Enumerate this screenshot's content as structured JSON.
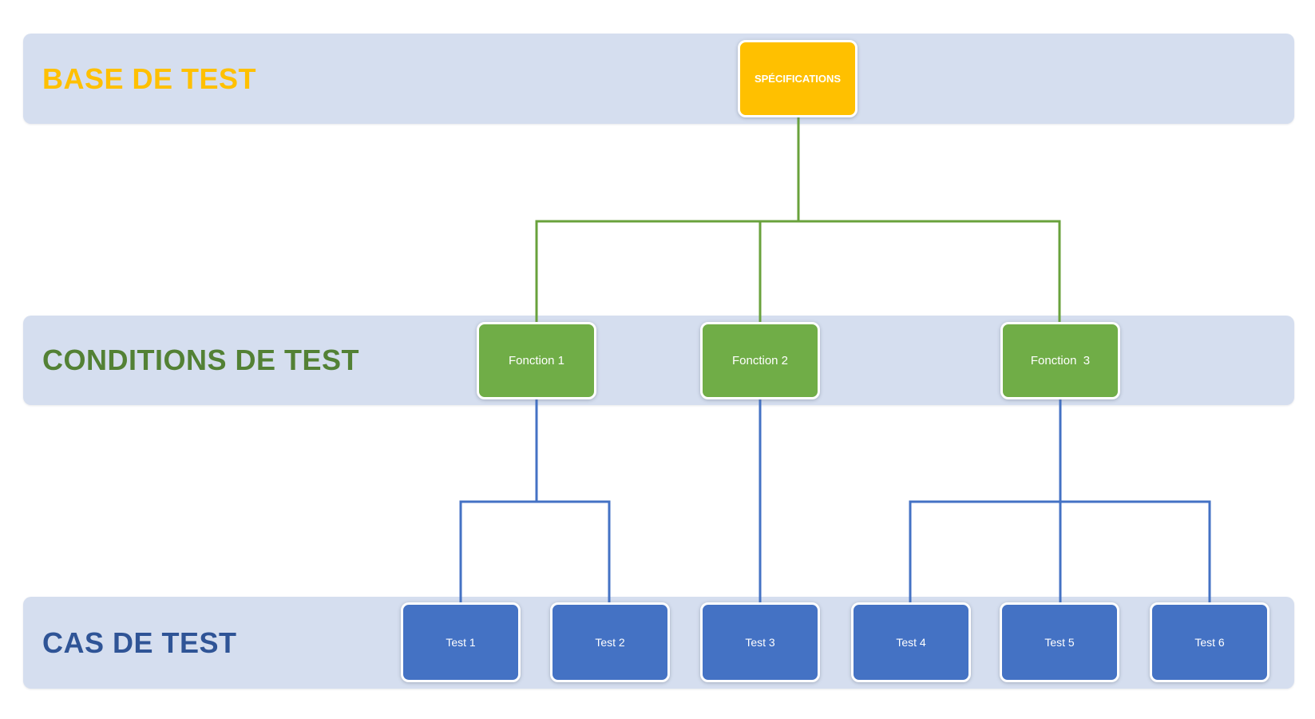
{
  "bands": [
    {
      "id": "base-de-test",
      "label": "BASE DE TEST",
      "label_color": "#FFC000"
    },
    {
      "id": "conditions-de-test",
      "label": "CONDITIONS DE TEST",
      "label_color": "#538135"
    },
    {
      "id": "cas-de-test",
      "label": "CAS DE TEST",
      "label_color": "#2F5496"
    }
  ],
  "nodes": {
    "spec": {
      "label": "SPÉCIFICATIONS",
      "fill": "#FFC000"
    },
    "fonctions": [
      {
        "label": "Fonction 1",
        "fill": "#70AD47"
      },
      {
        "label": "Fonction 2",
        "fill": "#70AD47"
      },
      {
        "label": "Fonction  3",
        "fill": "#70AD47"
      }
    ],
    "tests": [
      {
        "label": "Test 1",
        "fill": "#4472C4"
      },
      {
        "label": "Test 2",
        "fill": "#4472C4"
      },
      {
        "label": "Test 3",
        "fill": "#4472C4"
      },
      {
        "label": "Test 4",
        "fill": "#4472C4"
      },
      {
        "label": "Test 5",
        "fill": "#4472C4"
      },
      {
        "label": "Test 6",
        "fill": "#4472C4"
      }
    ]
  },
  "edges": [
    {
      "from": "SPÉCIFICATIONS",
      "to": "Fonction 1",
      "color": "#69A23C"
    },
    {
      "from": "SPÉCIFICATIONS",
      "to": "Fonction 2",
      "color": "#69A23C"
    },
    {
      "from": "SPÉCIFICATIONS",
      "to": "Fonction  3",
      "color": "#69A23C"
    },
    {
      "from": "Fonction 1",
      "to": "Test 1",
      "color": "#4472C4"
    },
    {
      "from": "Fonction 1",
      "to": "Test 2",
      "color": "#4472C4"
    },
    {
      "from": "Fonction 2",
      "to": "Test 3",
      "color": "#4472C4"
    },
    {
      "from": "Fonction  3",
      "to": "Test 4",
      "color": "#4472C4"
    },
    {
      "from": "Fonction  3",
      "to": "Test 5",
      "color": "#4472C4"
    },
    {
      "from": "Fonction  3",
      "to": "Test 6",
      "color": "#4472C4"
    }
  ],
  "colors": {
    "band_background": "#D5DEEF",
    "green_connector": "#69A23C",
    "blue_connector": "#4472C4",
    "node_border": "#FFFFFF",
    "node_text": "#FFFFFF",
    "page_background": "#FFFFFF"
  }
}
